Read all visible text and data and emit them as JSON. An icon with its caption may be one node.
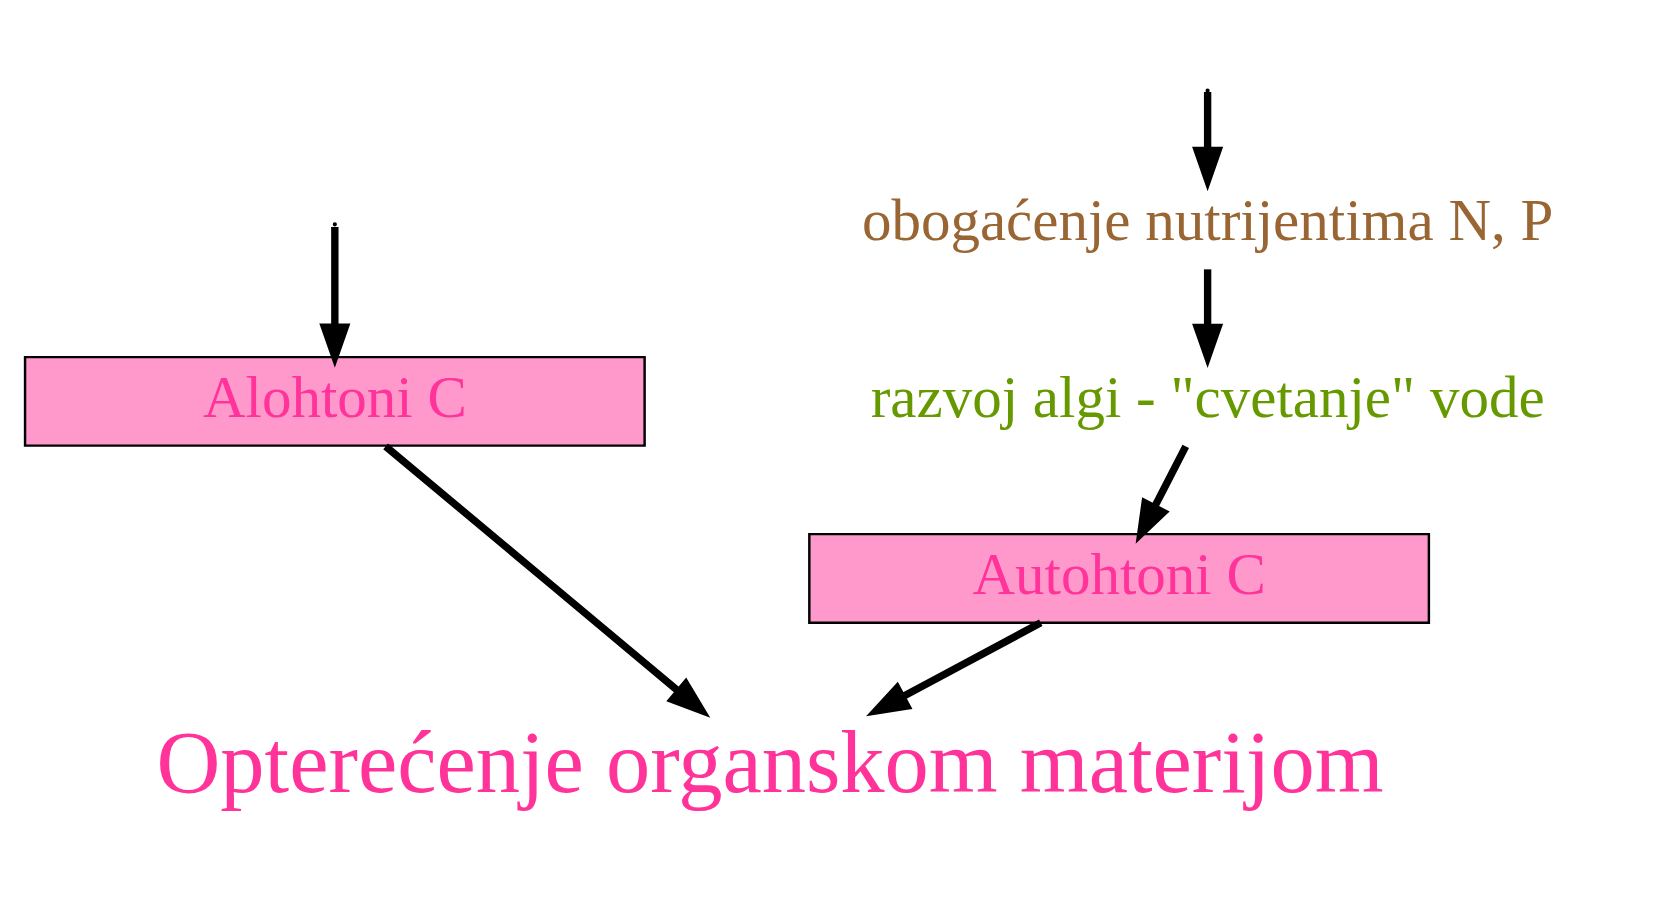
{
  "diagram": {
    "nodes": [
      {
        "text": [
          "obogaćenje nutrijentima N, P"
        ]
      },
      {
        "text": [
          "razvoj algi - \"cvetanje\" vode"
        ]
      },
      {
        "text": [
          "Alohtoni C"
        ]
      },
      {
        "text": [
          "Autohtoni C"
        ]
      },
      {
        "text": [
          "Opterećenje organskom materijom"
        ]
      }
    ],
    "edges": [
      {
        "from": null,
        "to": 2,
        "arrow": "to"
      },
      {
        "from": null,
        "to": 0,
        "arrow": "to"
      },
      {
        "from": 0,
        "to": 1,
        "arrow": "to"
      },
      {
        "from": 1,
        "to": 3,
        "arrow": "to"
      },
      {
        "from": 2,
        "to": 4,
        "arrow": "to"
      },
      {
        "from": 3,
        "to": 4,
        "arrow": "to"
      }
    ]
  }
}
